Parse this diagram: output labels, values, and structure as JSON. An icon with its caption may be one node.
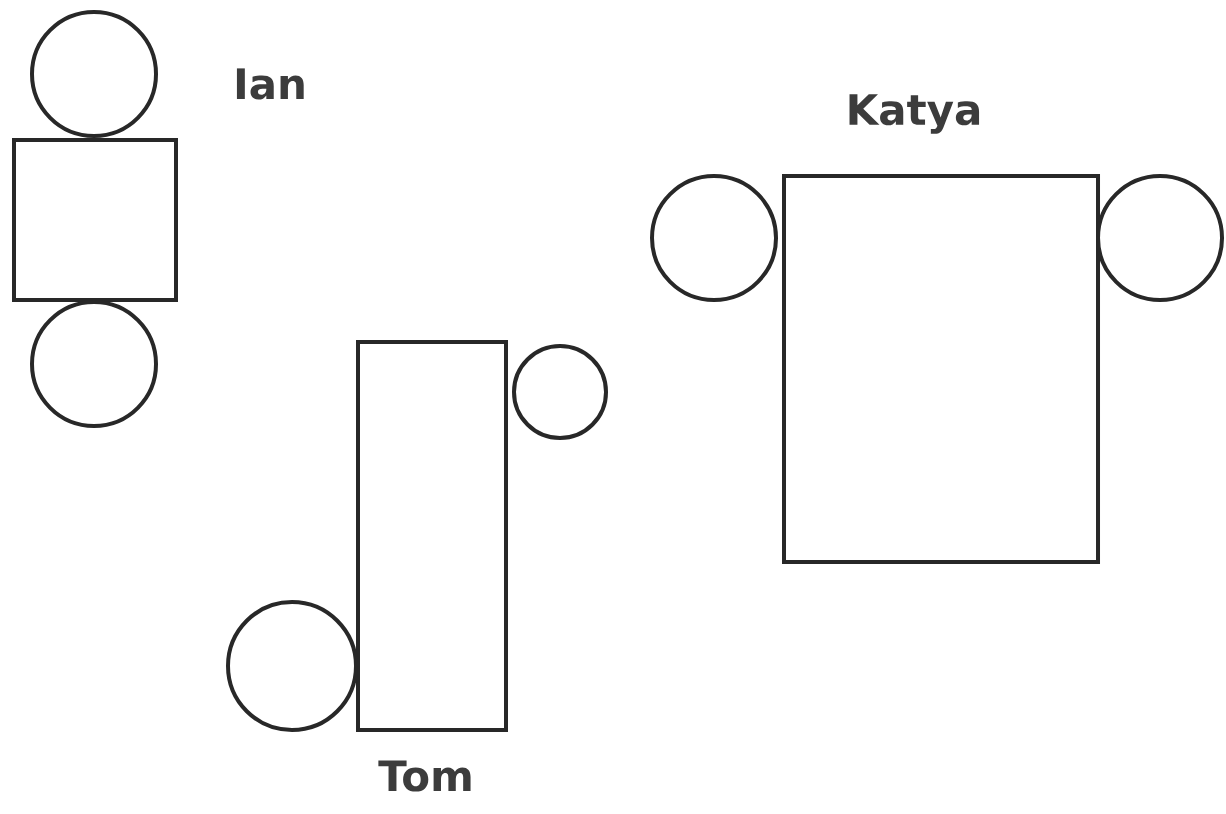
{
  "diagram": {
    "nodes": [
      {
        "text": [
          "Ian"
        ]
      },
      {
        "text": [],
        "shape": "circle"
      },
      {
        "text": [],
        "shape": "circle"
      },
      {
        "text": [],
        "shape": "circle"
      },
      {
        "text": [
          "Tom"
        ]
      },
      {
        "text": [],
        "shape": "circle"
      },
      {
        "text": [
          "Katya"
        ]
      },
      {
        "text": [],
        "shape": "circle"
      },
      {
        "text": [],
        "shape": "circle"
      }
    ]
  }
}
